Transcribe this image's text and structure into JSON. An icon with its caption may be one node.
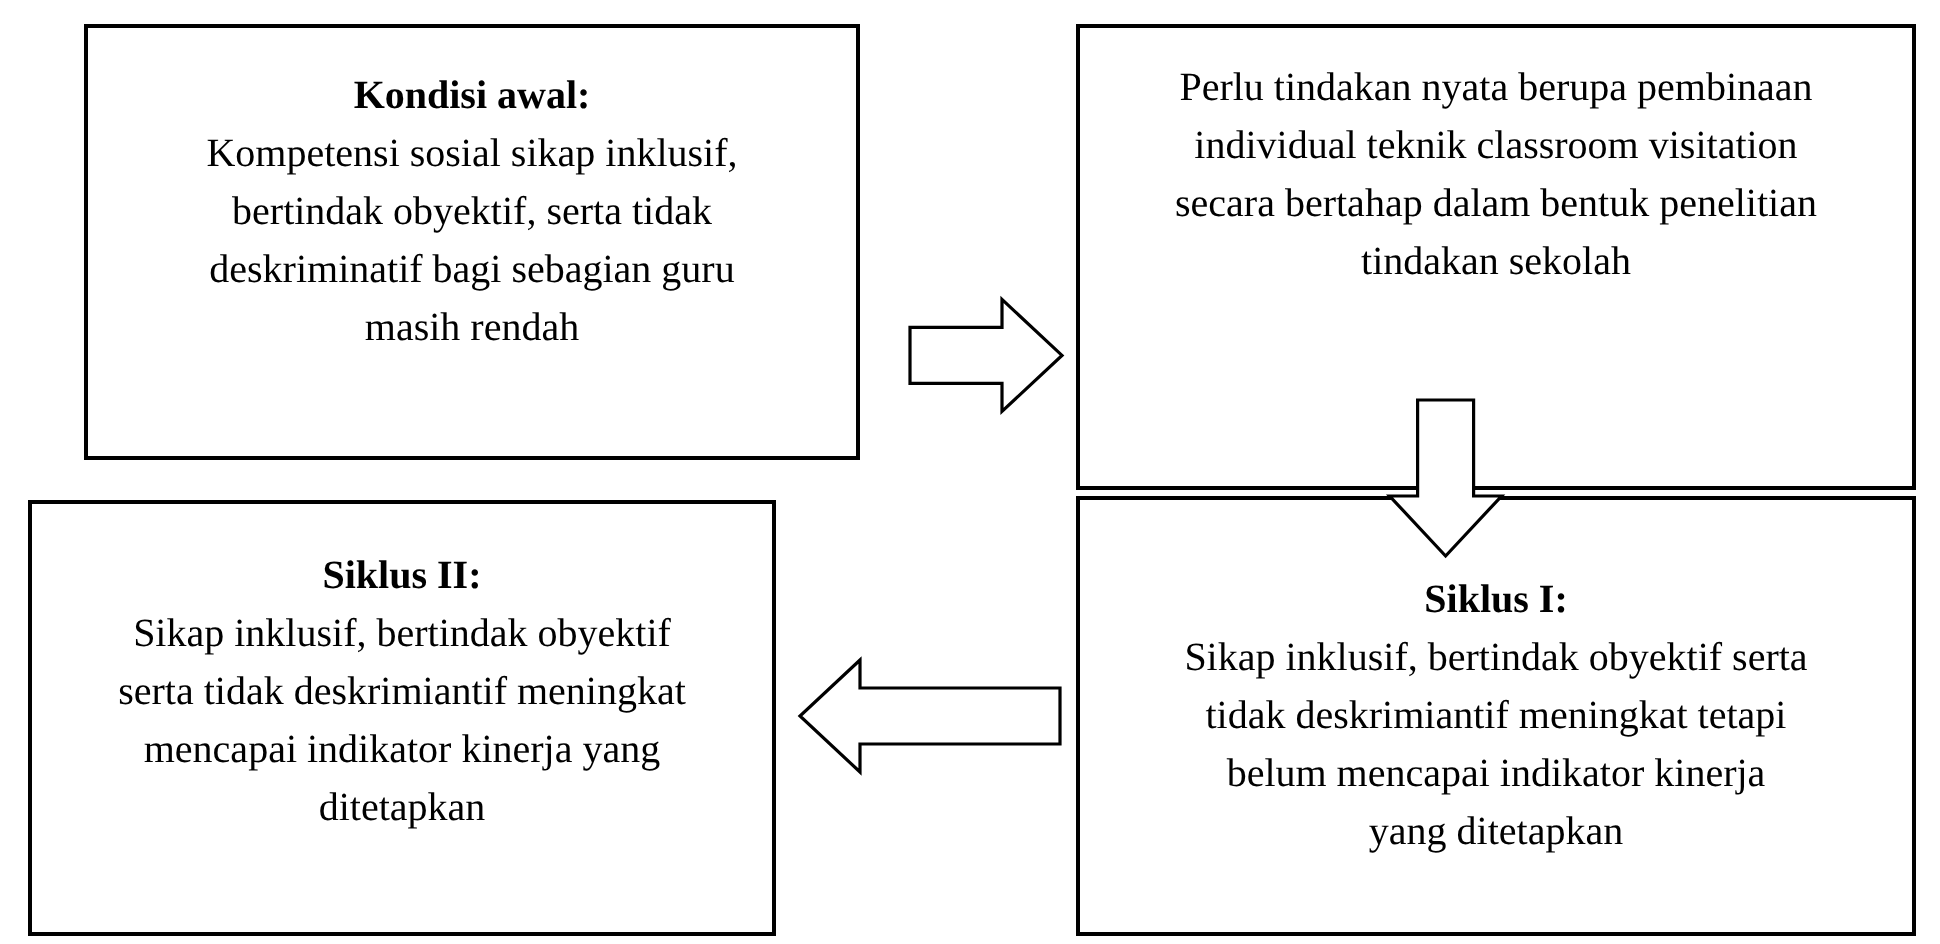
{
  "diagram": {
    "nodes": [
      {
        "text": [
          "Kondisi awal:",
          "Kompetensi sosial sikap inklusif, bertindak obyektif, serta tidak deskriminatif bagi sebagian guru masih rendah"
        ]
      },
      {
        "text": [
          "Perlu tindakan nyata berupa pembinaan individual teknik classroom visitation secara bertahap dalam bentuk penelitian tindakan sekolah"
        ]
      },
      {
        "text": [
          "Siklus I:",
          "Sikap inklusif, bertindak obyektif serta tidak deskrimiantif meningkat tetapi belum mencapai indikator kinerja yang ditetapkan"
        ]
      },
      {
        "text": [
          "Siklus II:",
          "Sikap inklusif, bertindak obyektif serta tidak deskrimiantif meningkat mencapai indikator kinerja yang ditetapkan"
        ]
      }
    ],
    "edges": [
      {
        "from": 0,
        "to": 1,
        "arrow": "to"
      },
      {
        "from": 1,
        "to": 2,
        "arrow": "to"
      },
      {
        "from": 2,
        "to": 3,
        "arrow": "to"
      }
    ]
  }
}
